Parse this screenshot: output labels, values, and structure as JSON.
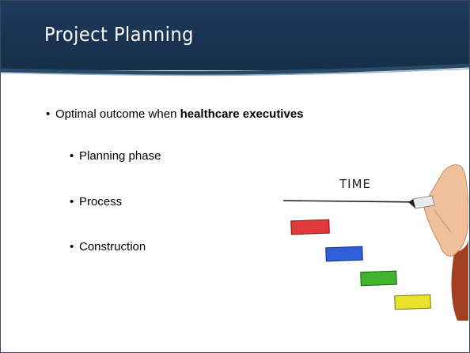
{
  "slide": {
    "title": "Project Planning",
    "bullets": [
      {
        "level": 1,
        "text": "Optimal outcome when ",
        "bold": "healthcare executives"
      },
      {
        "level": 2,
        "text": "Planning phase"
      },
      {
        "level": 2,
        "text": "Process"
      },
      {
        "level": 2,
        "text": "Construction"
      }
    ],
    "illustration": {
      "label": "TIME",
      "bar_colors": [
        "#e23a3a",
        "#2f5ed8",
        "#3fb52e",
        "#e8e22a"
      ]
    }
  },
  "colors": {
    "header": "#1a3352",
    "accent_line": "#6a8aaa"
  }
}
